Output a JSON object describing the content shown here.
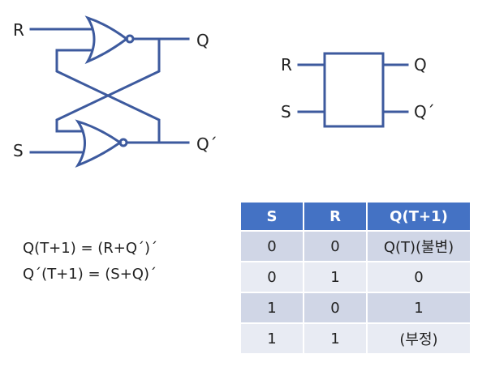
{
  "colors": {
    "wire": "#3d5a9e",
    "header_bg": "#4472c4",
    "row_odd": "#d0d6e6",
    "row_even": "#e8ebf3"
  },
  "latch": {
    "input_r": "R",
    "input_s": "S",
    "output_q": "Q",
    "output_q_prime": "Q´"
  },
  "block": {
    "input_r": "R",
    "input_s": "S",
    "output_q": "Q",
    "output_q_prime": "Q´"
  },
  "equations": {
    "line1": "Q(T+1) = (R+Q´)´",
    "line2": "Q´(T+1) = (S+Q)´"
  },
  "truth_table": {
    "headers": [
      "S",
      "R",
      "Q(T+1)"
    ],
    "rows": [
      [
        "0",
        "0",
        "Q(T)(불변)"
      ],
      [
        "0",
        "1",
        "0"
      ],
      [
        "1",
        "0",
        "1"
      ],
      [
        "1",
        "1",
        "(부정)"
      ]
    ]
  }
}
